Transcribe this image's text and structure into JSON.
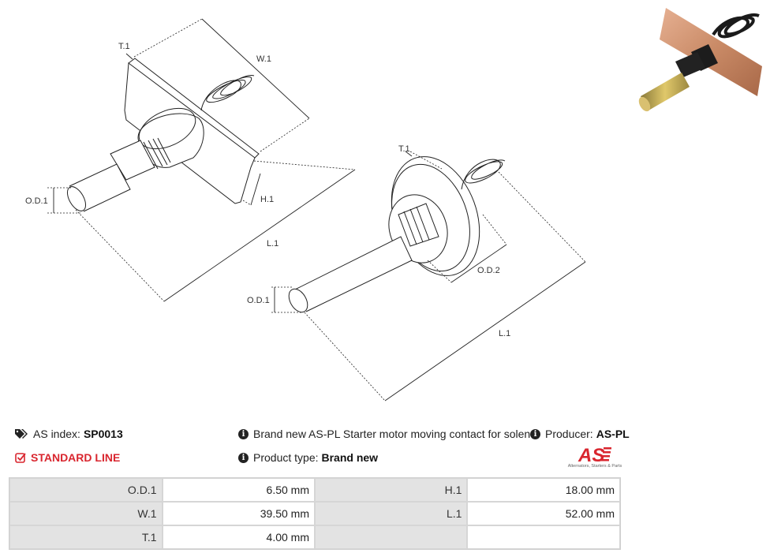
{
  "drawing_labels": {
    "t1": "T.1",
    "w1": "W.1",
    "h1": "H.1",
    "od1": "O.D.1",
    "l1": "L.1",
    "od2": "O.D.2"
  },
  "info": {
    "as_index_label": "AS index:",
    "as_index_value": "SP0013",
    "description": "Brand new AS-PL Starter motor moving contact for solenoid",
    "producer_label": "Producer:",
    "producer_value": "AS-PL",
    "line_label": "STANDARD LINE",
    "product_type_label": "Product type:",
    "product_type_value": "Brand new"
  },
  "logo": {
    "text": "AS",
    "tagline": "Alternators, Starters & Parts"
  },
  "specs": [
    {
      "l1": "O.D.1",
      "v1": "6.50 mm",
      "l2": "H.1",
      "v2": "18.00 mm"
    },
    {
      "l1": "W.1",
      "v1": "39.50 mm",
      "l2": "L.1",
      "v2": "52.00 mm"
    },
    {
      "l1": "T.1",
      "v1": "4.00 mm",
      "l2": "",
      "v2": ""
    }
  ],
  "colors": {
    "accent_red": "#d9262f",
    "table_label_bg": "#e3e3e3",
    "copper": "#c98a66",
    "brass": "#c9a642"
  }
}
